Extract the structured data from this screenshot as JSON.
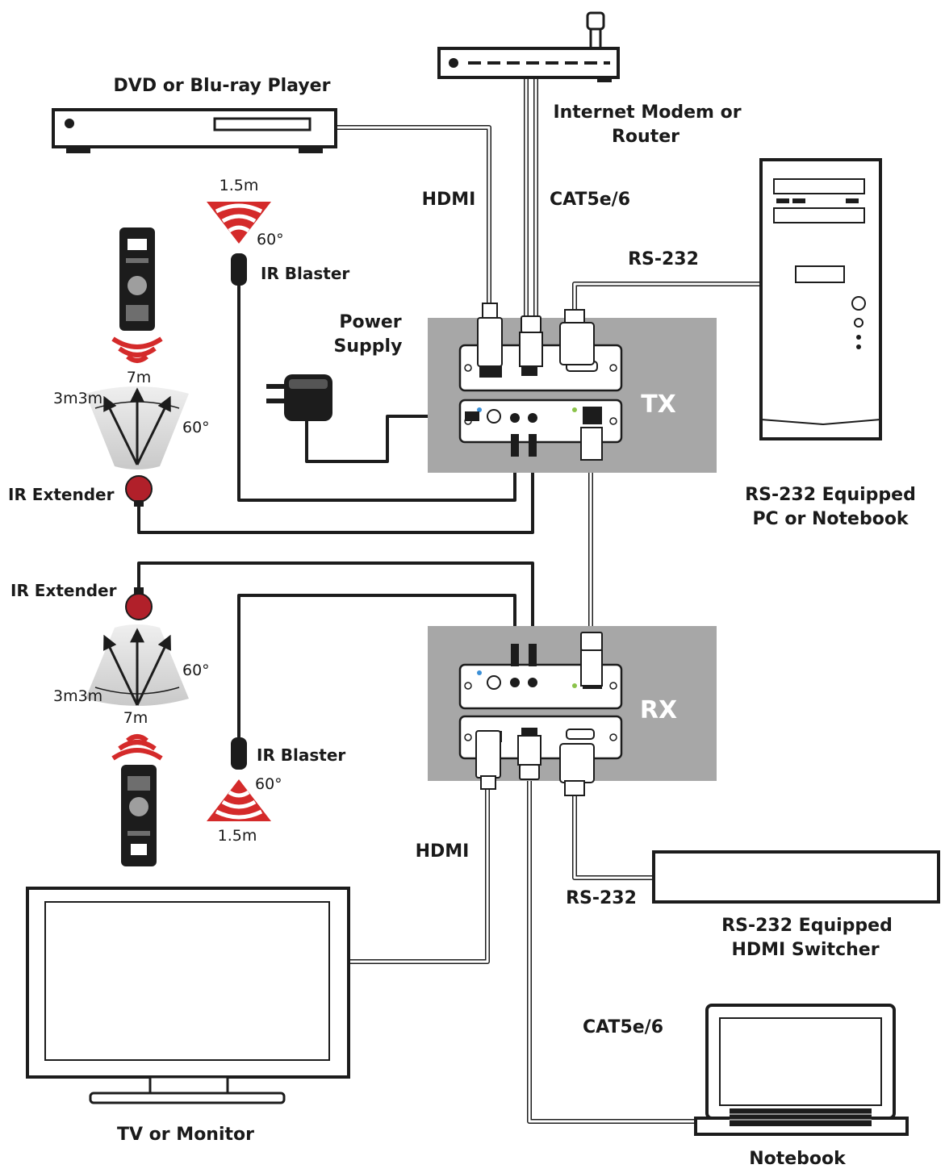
{
  "devices": {
    "dvd_player": "DVD or Blu-ray Player",
    "router": "Internet Modem or",
    "router_line2": "Router",
    "pc": "RS-232 Equipped",
    "pc_line2": "PC or Notebook",
    "tv": "TV or Monitor",
    "switcher": "RS-232 Equipped",
    "switcher_line2": "HDMI Switcher",
    "notebook": "Notebook",
    "power_supply": "Power",
    "power_supply_line2": "Supply",
    "transmitter": "TX",
    "receiver": "RX"
  },
  "cables": {
    "hdmi_top": "HDMI",
    "cat_top": "CAT5e/6",
    "rs232_top": "RS-232",
    "hdmi_bottom": "HDMI",
    "rs232_bottom": "RS-232",
    "cat_bottom": "CAT5e/6"
  },
  "ir": {
    "blaster_top": "IR Blaster",
    "blaster_top_range": "1.5m",
    "blaster_top_angle": "60°",
    "extender_top": "IR Extender",
    "extender_top_range": "7m",
    "extender_top_side": "3m3m",
    "extender_top_angle": "60°",
    "extender_bottom": "IR Extender",
    "extender_bottom_range": "7m",
    "extender_bottom_side": "3m3m",
    "extender_bottom_angle": "60°",
    "blaster_bottom": "IR Blaster",
    "blaster_bottom_range": "1.5m",
    "blaster_bottom_angle": "60°"
  },
  "colors": {
    "unit_box": "#a7a7a7",
    "signal_red": "#d42a2a",
    "fan_gray": "#d9d9d9",
    "extender_red": "#b1202a"
  }
}
